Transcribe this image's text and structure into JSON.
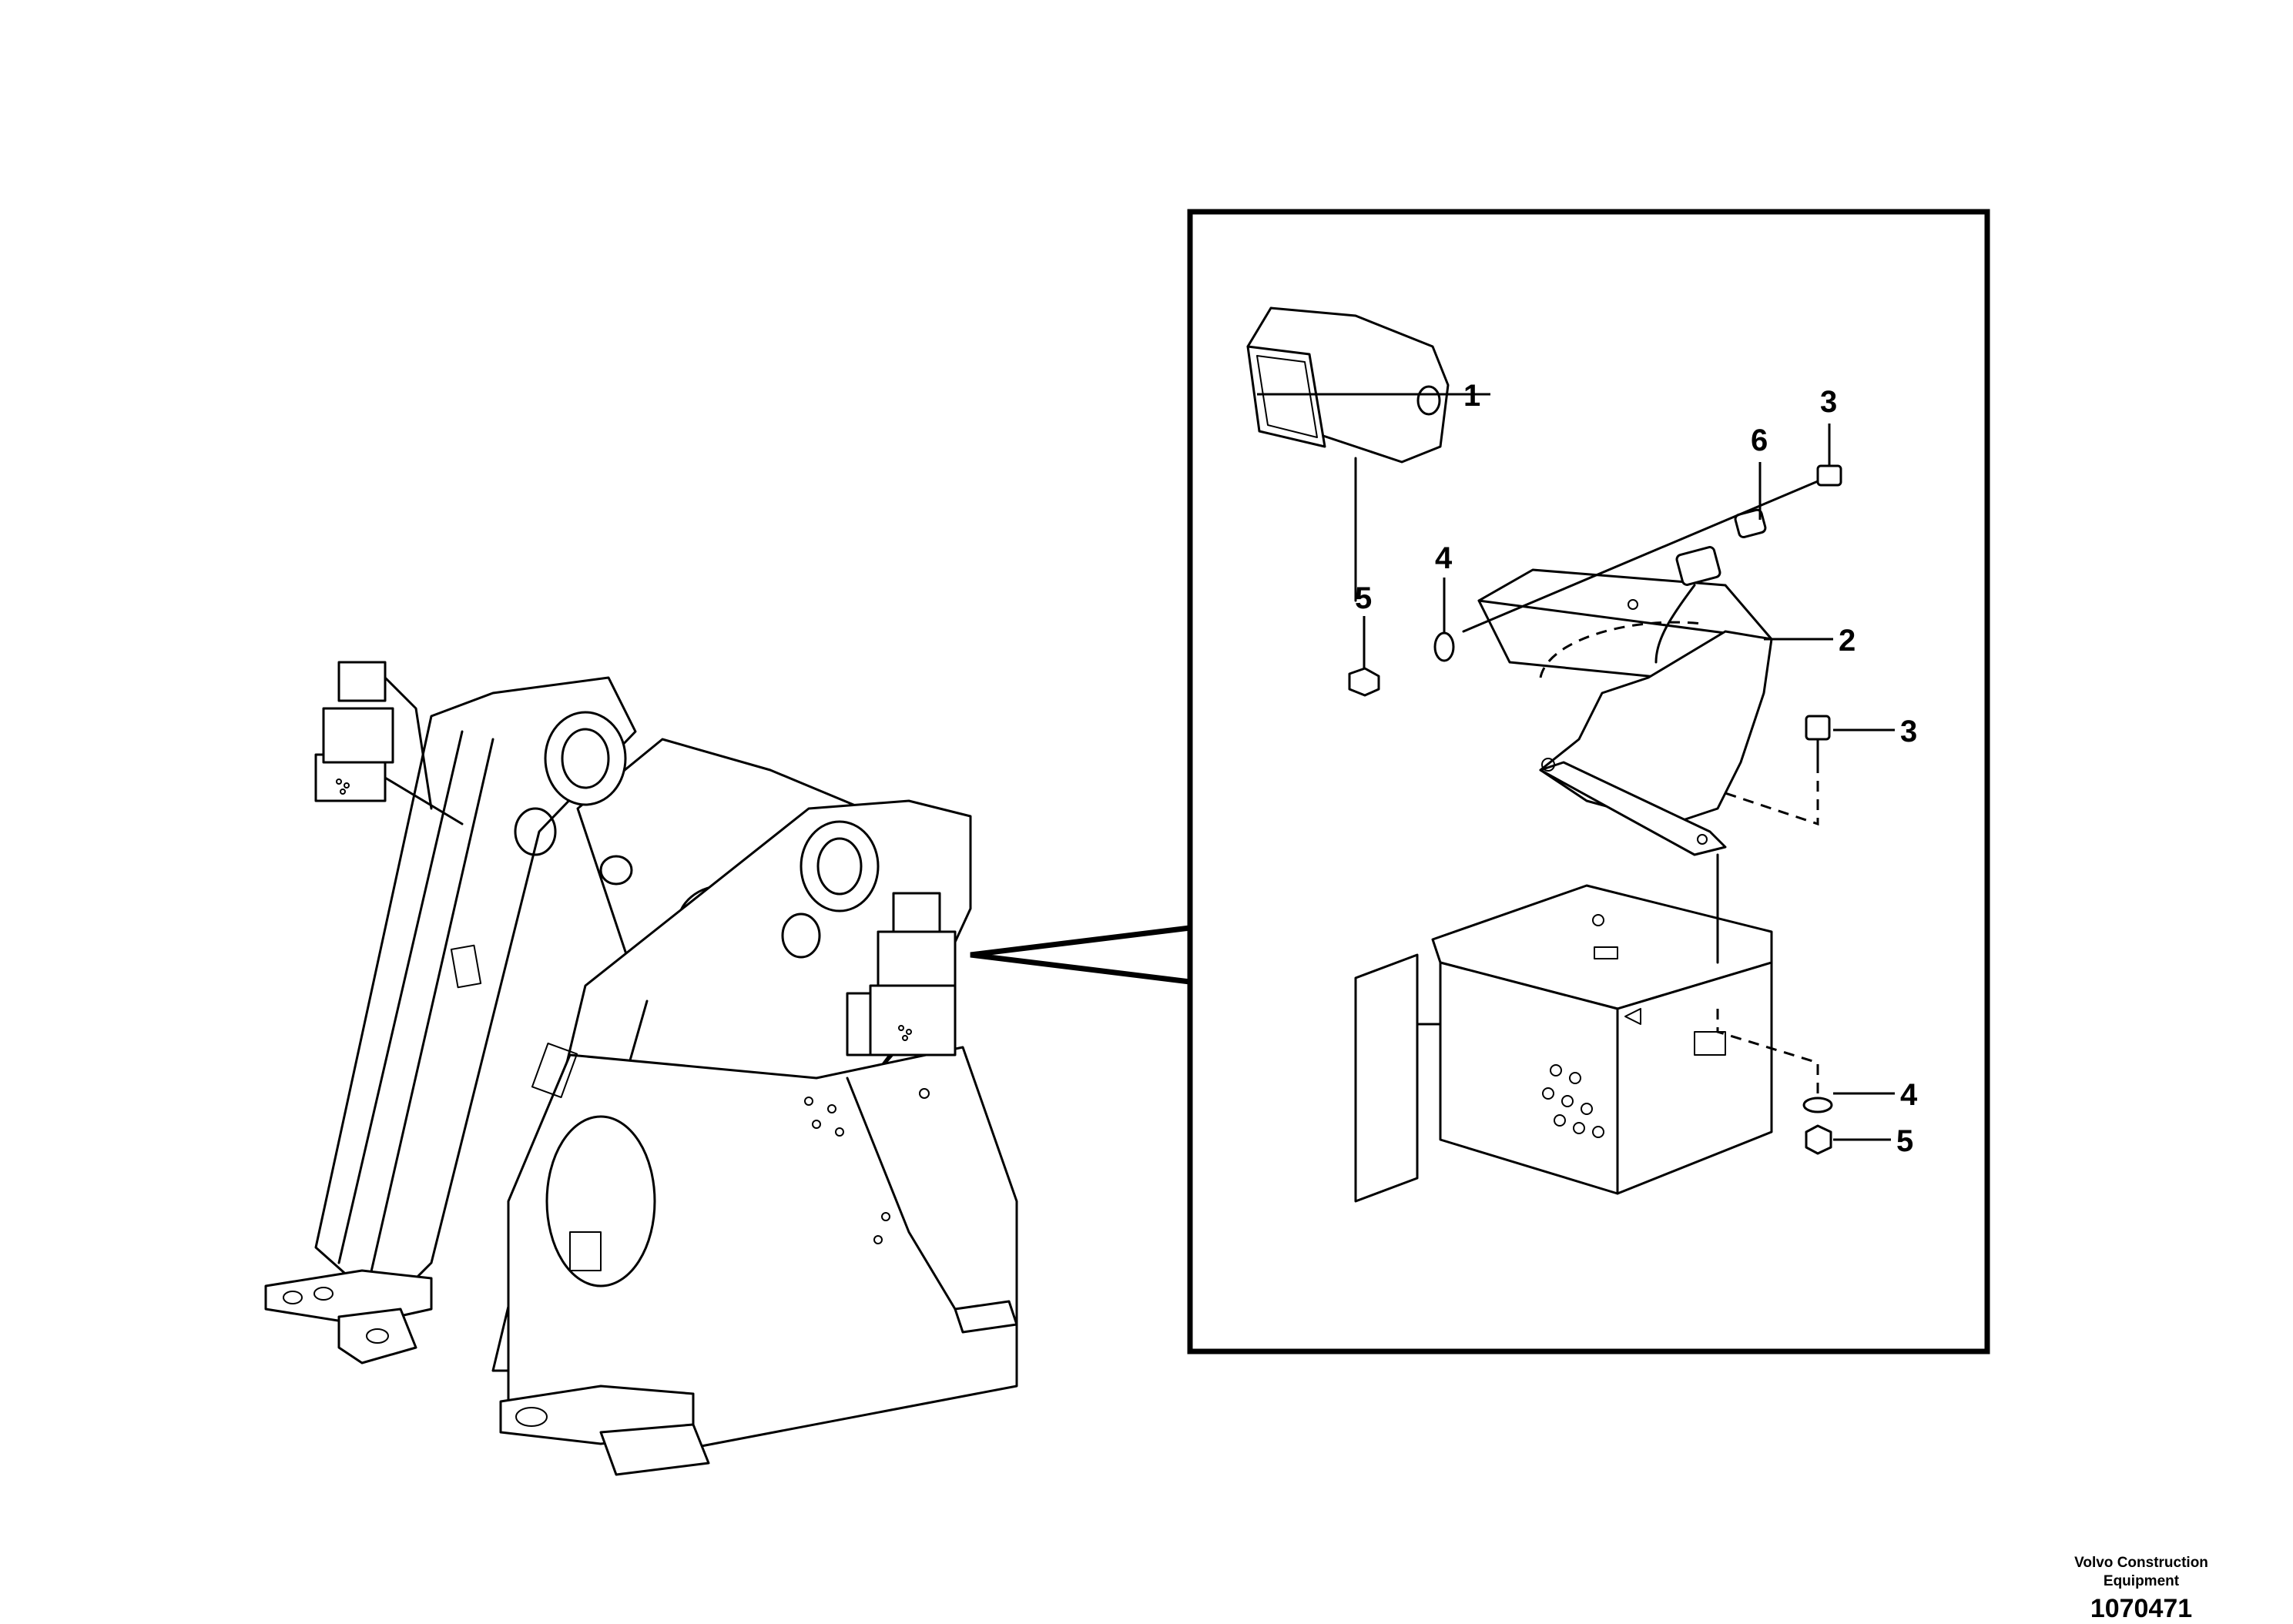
{
  "callouts": {
    "c1": "1",
    "c2": "2",
    "c3a": "3",
    "c3b": "3",
    "c4a": "4",
    "c4b": "4",
    "c5a": "5",
    "c5b": "5",
    "c6": "6"
  },
  "footer": {
    "brand_line1": "Volvo Construction",
    "brand_line2": "Equipment",
    "drawing_number": "1070471"
  }
}
